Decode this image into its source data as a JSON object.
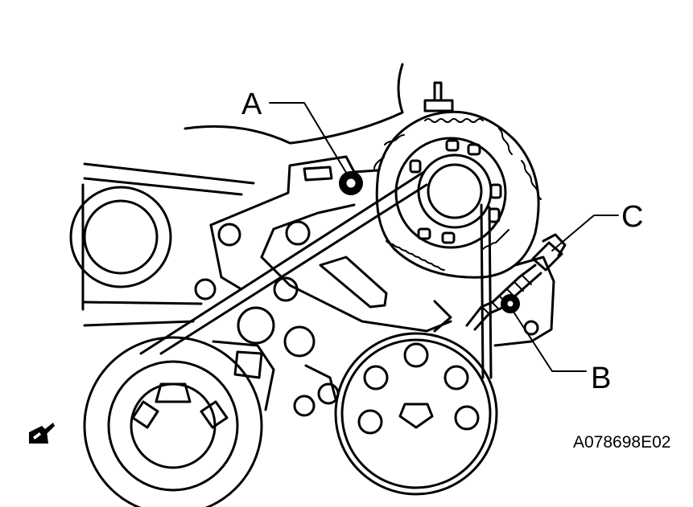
{
  "callouts": {
    "a": "A",
    "b": "B",
    "c": "C"
  },
  "figure_code": "A078698E02",
  "corner_icon": "pencil-note-icon"
}
